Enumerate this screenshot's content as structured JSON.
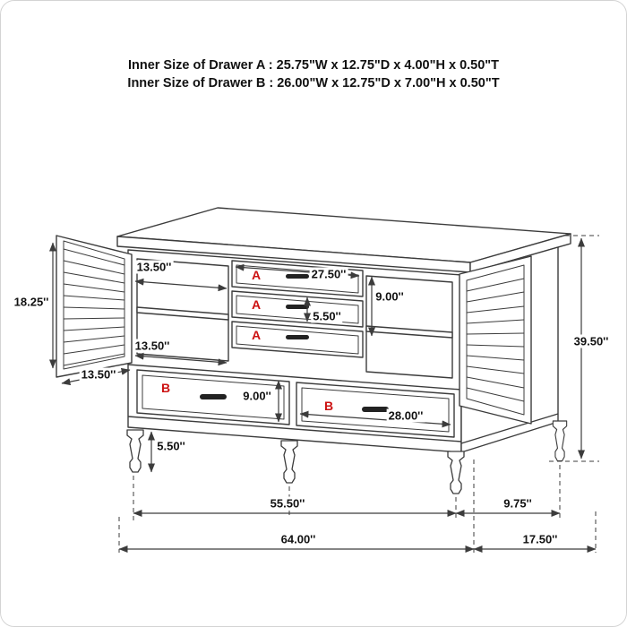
{
  "header": {
    "line1": "Inner Size of Drawer A : 25.75\"W x 12.75\"D x 4.00\"H x 0.50\"T",
    "line2": "Inner Size of Drawer B : 26.00\"W x 12.75\"D x 7.00\"H x 0.50\"T"
  },
  "drawer_labels": {
    "a1": "A",
    "a2": "A",
    "a3": "A",
    "b1": "B",
    "b2": "B"
  },
  "dimensions": {
    "shelf_top_width": "13.50''",
    "drawer_a_width": "27.50''",
    "drawer_a_stack_height": "9.00''",
    "door_height": "18.25''",
    "drawer_a_height": "5.50''",
    "shelf_bottom_width": "13.50''",
    "door_width": "13.50''",
    "drawer_b_height": "9.00''",
    "drawer_b_width": "28.00''",
    "leg_height": "5.50''",
    "overall_height": "39.50''",
    "front_leg_span": "55.50''",
    "side_leg_span": "9.75''",
    "overall_width": "64.00''",
    "overall_depth": "17.50''"
  },
  "colors": {
    "line_color": "#3c3c3c",
    "dimension_text_color": "#111111",
    "drawer_letter_color": "#cc1111",
    "handle_color": "#222222",
    "background_color": "#ffffff",
    "border_color": "#d4d4d4"
  }
}
